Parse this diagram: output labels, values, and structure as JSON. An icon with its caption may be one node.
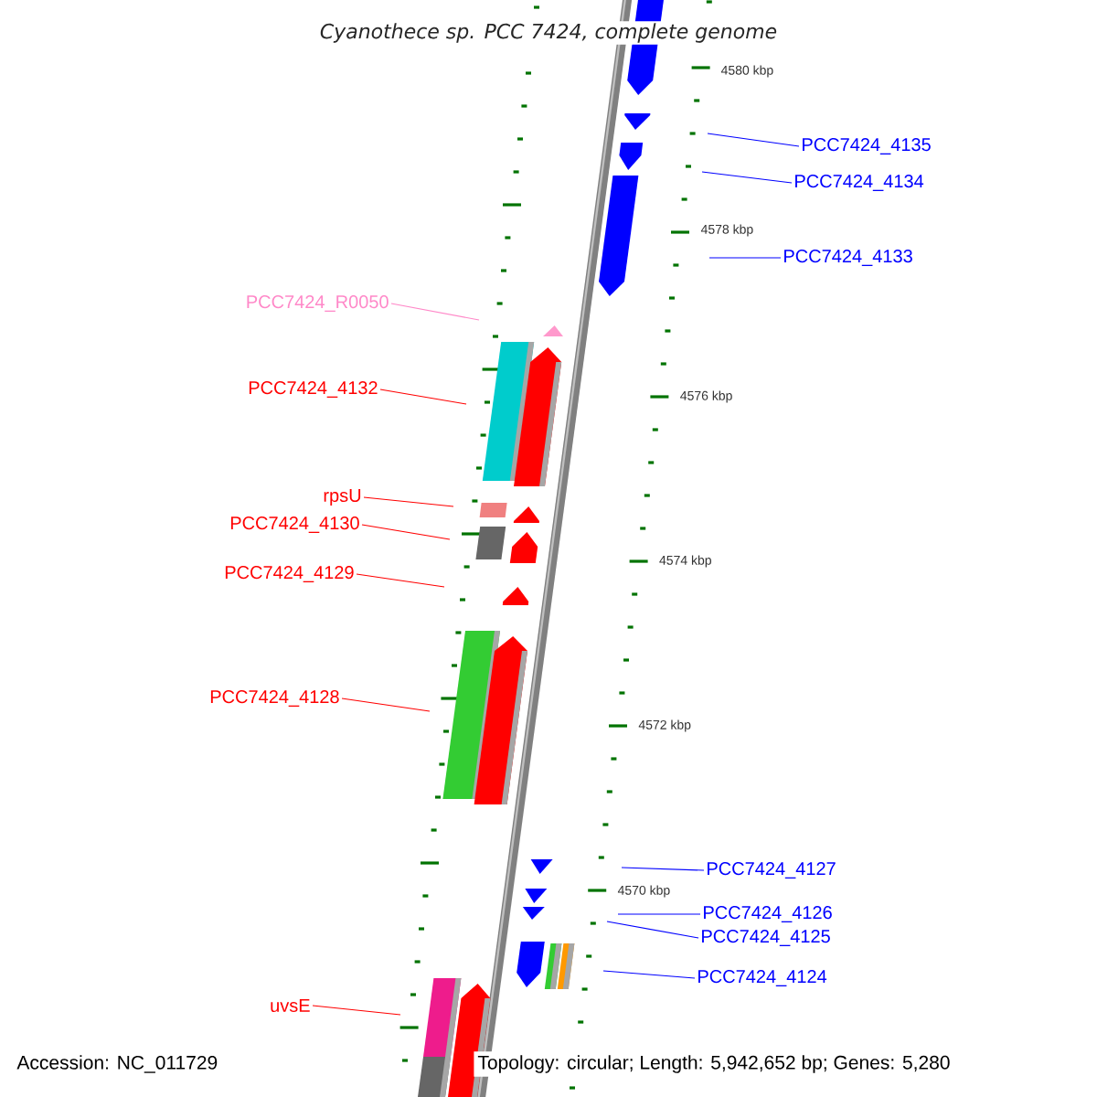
{
  "diagram": {
    "title": "Cyanothece sp. PCC 7424, complete genome",
    "nodes": [
      {
        "text": [
          "PCC7424_4135"
        ]
      },
      {
        "text": [
          "PCC7424_4134"
        ]
      },
      {
        "text": [
          "PCC7424_4133"
        ]
      },
      {
        "text": [
          "PCC7424_R0050"
        ]
      },
      {
        "text": [
          "PCC7424_4132"
        ]
      },
      {
        "text": [
          "rpsU"
        ]
      },
      {
        "text": [
          "PCC7424_4130"
        ]
      },
      {
        "text": [
          "PCC7424_4129"
        ]
      },
      {
        "text": [
          "PCC7424_4128"
        ]
      },
      {
        "text": [
          "PCC7424_4127"
        ]
      },
      {
        "text": [
          "PCC7424_4126"
        ]
      },
      {
        "text": [
          "PCC7424_4125"
        ]
      },
      {
        "text": [
          "PCC7424_4124"
        ]
      },
      {
        "text": [
          "uvsE"
        ]
      }
    ],
    "edges": [
      {
        "from": 0,
        "to": null,
        "arrow": "none"
      },
      {
        "from": 1,
        "to": null,
        "arrow": "none"
      },
      {
        "from": 2,
        "to": null,
        "arrow": "none"
      },
      {
        "from": 3,
        "to": null,
        "arrow": "none",
        "color": "#ff88c8"
      },
      {
        "from": 4,
        "to": null,
        "arrow": "none",
        "color": "#ff0000"
      },
      {
        "from": 5,
        "to": null,
        "arrow": "none",
        "color": "#ff0000"
      },
      {
        "from": 6,
        "to": null,
        "arrow": "none",
        "color": "#ff0000"
      },
      {
        "from": 7,
        "to": null,
        "arrow": "none",
        "color": "#ff0000"
      },
      {
        "from": 8,
        "to": null,
        "arrow": "none",
        "color": "#ff0000"
      },
      {
        "from": 9,
        "to": null,
        "arrow": "none"
      },
      {
        "from": 10,
        "to": null,
        "arrow": "none"
      },
      {
        "from": 11,
        "to": null,
        "arrow": "none"
      },
      {
        "from": 12,
        "to": null,
        "arrow": "none"
      },
      {
        "from": 13,
        "to": null,
        "arrow": "none",
        "color": "#ff0000"
      }
    ],
    "labels": [
      "4580 kbp",
      "4578 kbp",
      "4576 kbp",
      "4574 kbp",
      "4572 kbp",
      "4570 kbp",
      "Accession: NC_011729",
      "Topology: circular; Length: 5,942,652 bp; Genes: 5,280"
    ]
  }
}
